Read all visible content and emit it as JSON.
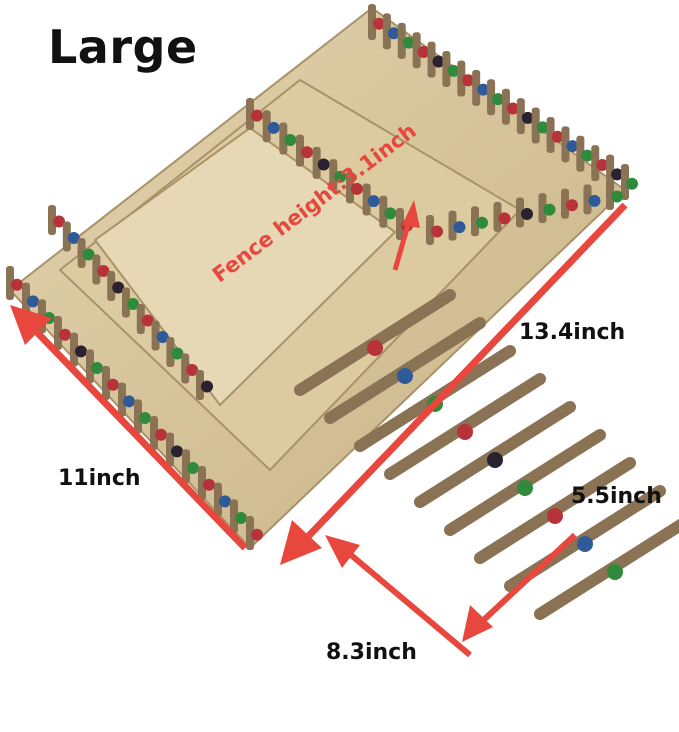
{
  "title": "Large",
  "dimensions": {
    "length": "13.4inch",
    "width": "11inch",
    "ladder_width": "5.5inch",
    "ladder_length": "8.3inch",
    "fence_height": "Fence height:3.1inch"
  },
  "colors": {
    "arrow": "#e8473e",
    "wood": "#d6c39a",
    "stick": "#8a7254",
    "bead_red": "#b8323a",
    "bead_blue": "#2f5a9a",
    "bead_green": "#2f8a3c",
    "bead_dark": "#2a2230"
  }
}
